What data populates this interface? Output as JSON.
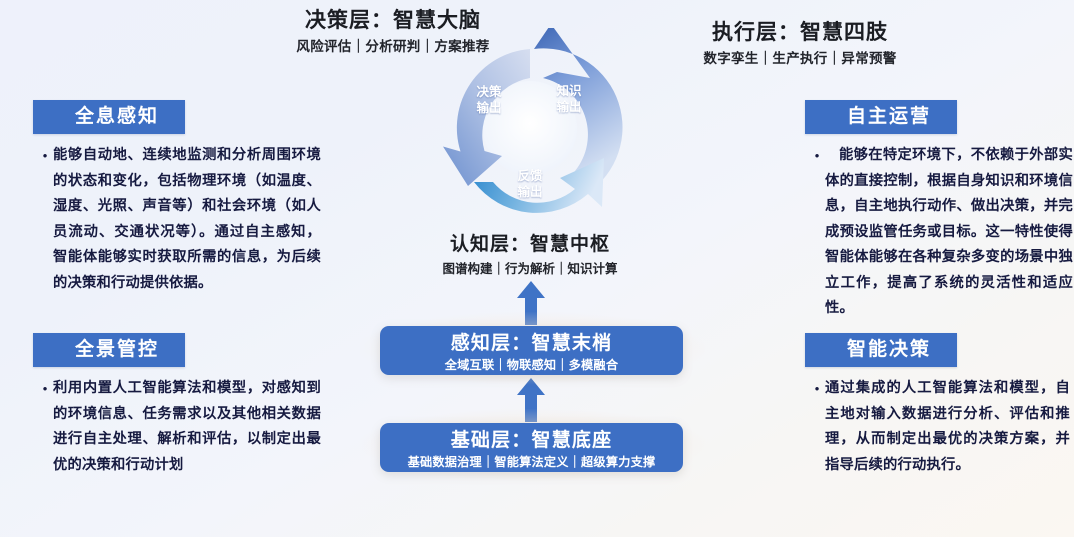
{
  "theme": {
    "badge_bg": "#3d6fc4",
    "box_bg": "#3d6fc4",
    "heading_color": "#1b1d23",
    "body_color": "#161a40",
    "arrow_color": "#3f73c6",
    "bg_start": "#eef1fb",
    "bg_end": "#fbf7f2"
  },
  "headers": {
    "decision": {
      "title": "决策层：智慧大脑",
      "subtitle": "风险评估｜分析研判｜方案推荐"
    },
    "execution": {
      "title": "执行层：智慧四肢",
      "subtitle": "数字孪生｜生产执行｜异常预警"
    }
  },
  "ring": {
    "labels": {
      "decision_output": "决策\n输出",
      "decision_output_line1": "决策",
      "decision_output_line2": "输出",
      "knowledge_output_line1": "知识",
      "knowledge_output_line2": "输出",
      "feedback_output_line1": "反馈",
      "feedback_output_line2": "输出"
    },
    "arrow_colors": {
      "decision": [
        "#cfd9ef",
        "#6a8fce"
      ],
      "knowledge": [
        "#3f68b5",
        "#cbd9f0"
      ],
      "feedback": [
        "#2f8fd0",
        "#d9e7f6"
      ]
    }
  },
  "cognition": {
    "title": "认知层：智慧中枢",
    "subtitle": "图谱构建｜行为解析｜知识计算"
  },
  "boxes": [
    {
      "id": "sensing",
      "title": "感知层：智慧末梢",
      "subtitle": "全域互联｜物联感知｜多模融合"
    },
    {
      "id": "foundation",
      "title": "基础层：智慧底座",
      "subtitle": "基础数据治理｜智能算法定义｜超级算力支撑"
    }
  ],
  "blocks": {
    "holographic": {
      "badge": "全息感知",
      "bullet": "•",
      "body": "能够自动地、连续地监测和分析周围环境的状态和变化，包括物理环境（如温度、湿度、光照、声音等）和社会环境（如人员流动、交通状况等）。通过自主感知，智能体能够实时获取所需的信息，为后续的决策和行动提供依据。"
    },
    "panoramic": {
      "badge": "全景管控",
      "bullet": "•",
      "body": "利用内置人工智能算法和模型，对感知到的环境信息、任务需求以及其他相关数据进行自主处理、解析和评估，以制定出最优的决策和行动计划"
    },
    "autonomous": {
      "badge": "自主运营",
      "bullet": "•",
      "body": "能够在特定环境下，不依赖于外部实体的直接控制，根据自身知识和环境信息，自主地执行动作、做出决策，并完成预设监管任务或目标。这一特性使得智能体能够在各种复杂多变的场景中独立工作，提高了系统的灵活性和适应性。"
    },
    "intelligent_decision": {
      "badge": "智能决策",
      "bullet": "•",
      "body": "通过集成的人工智能算法和模型，自主地对输入数据进行分析、评估和推理，从而制定出最优的决策方案，并指导后续的行动执行。"
    }
  }
}
